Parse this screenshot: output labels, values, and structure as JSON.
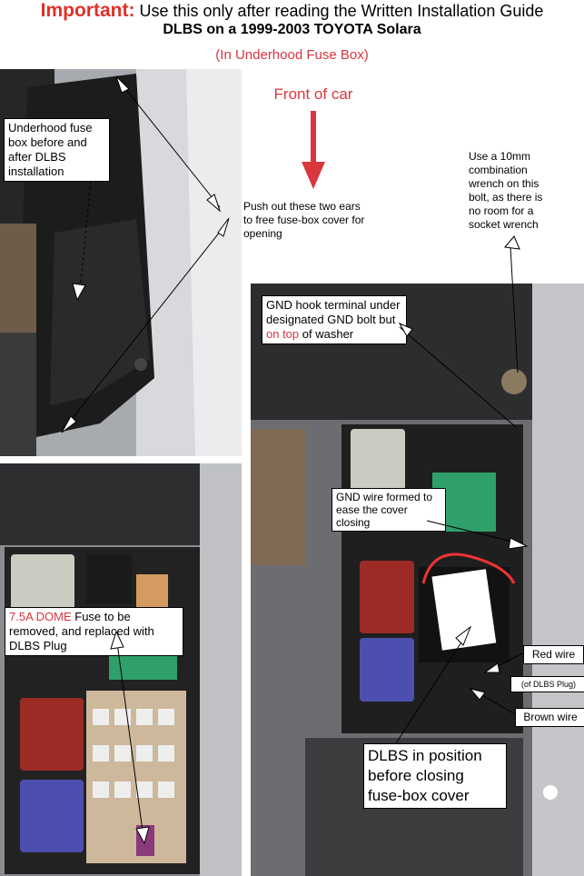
{
  "header": {
    "important": "Important:",
    "instruction": " Use this only after reading the Written Installation Guide",
    "subtitle": "DLBS on a 1999-2003 TOYOTA Solara",
    "location": "(In Underhood Fuse Box)"
  },
  "front_of_car": "Front of car",
  "notes": {
    "push_out": "Push out these two ears to free fuse-box cover for opening",
    "wrench": "Use a 10mm combination wrench on this bolt, as there is no room for a socket wrench"
  },
  "labels": {
    "underhood": "Underhood fuse box before and after DLBS installation",
    "gnd_hook_a": "GND hook terminal under designated GND bolt but ",
    "gnd_hook_on_top": "on top",
    "gnd_hook_b": " of washer",
    "gnd_wire": "GND wire formed to ease the cover closing",
    "dome_red": "7.5A DOME",
    "dome_rest": " Fuse to be removed, and replaced with DLBS Plug",
    "red_wire": "Red wire",
    "of_dlbs_plug": "(of DLBS Plug)",
    "brown_wire": "Brown wire",
    "dlbs_position": "DLBS in position before closing fuse-box cover"
  },
  "colors": {
    "accent_red": "#d9363e",
    "important_red": "#e0302a",
    "relay_red": "#9c2b26",
    "relay_blue": "#4d4fae",
    "relay_green": "#2fa06a",
    "relay_gray": "#c8ccc1"
  }
}
